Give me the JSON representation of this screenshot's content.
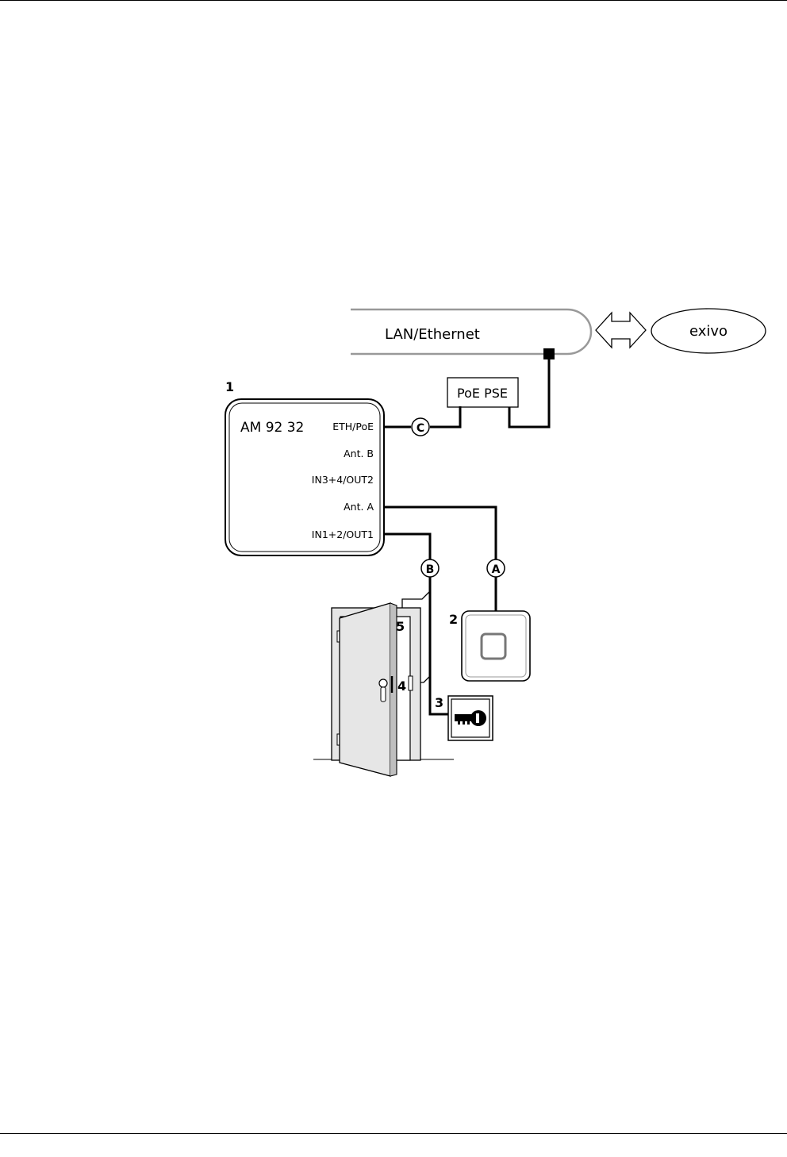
{
  "network": {
    "label": "LAN/Ethernet",
    "server": "exivo"
  },
  "poe": {
    "label": "PoE PSE"
  },
  "module": {
    "number": "1",
    "name": "AM 92 32",
    "ports": [
      "ETH/PoE",
      "Ant. B",
      "IN3+4/OUT2",
      "Ant. A",
      "IN1+2/OUT1"
    ]
  },
  "cables": {
    "c": "C",
    "b": "B",
    "a": "A"
  },
  "components": {
    "reader": "2",
    "key_switch": "3",
    "door_contact": "4",
    "door_sensor": "5"
  }
}
